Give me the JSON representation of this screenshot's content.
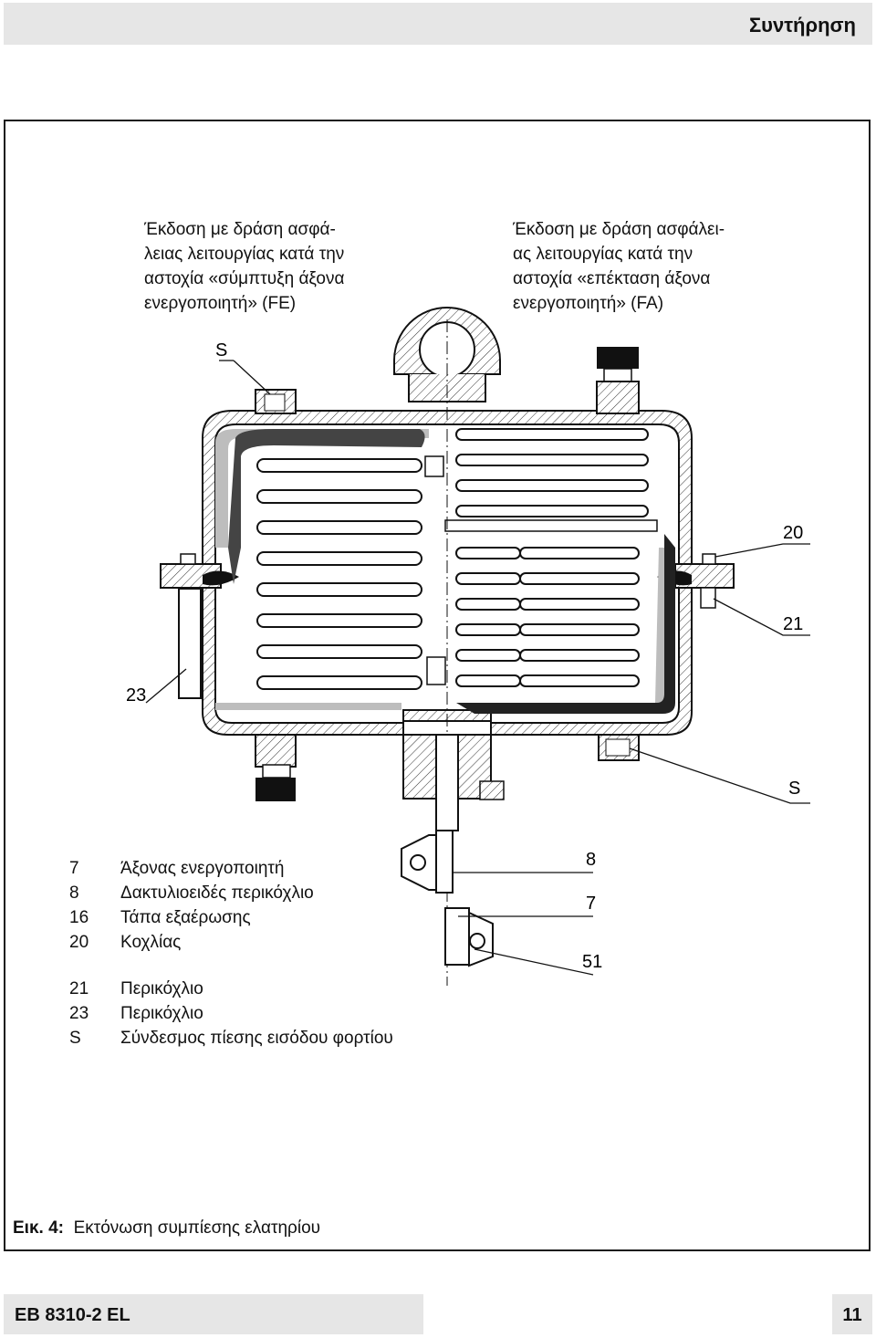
{
  "header": {
    "title": "Συντήρηση"
  },
  "captions": {
    "fe": [
      "Έκδοση με δράση ασφά-",
      "λειας λειτουργίας κατά την",
      "αστοχία «σύμπτυξη άξονα",
      "ενεργοποιητή» (FE)"
    ],
    "fa": [
      "Έκδοση με δράση ασφάλει-",
      "ας λειτουργίας κατά την",
      "αστοχία «επέκταση άξονα",
      "ενεργοποιητή» (FA)"
    ]
  },
  "labels": {
    "s_top": "S",
    "s_bottom": "S",
    "n20": "20",
    "n21": "21",
    "n23": "23",
    "n8": "8",
    "n7": "7",
    "n51": "51"
  },
  "legend": [
    {
      "num": "7",
      "text": "Άξονας ενεργοποιητή"
    },
    {
      "num": "8",
      "text": "Δακτυλιοειδές περικόχλιο"
    },
    {
      "num": "16",
      "text": "Τάπα εξαέρωσης"
    },
    {
      "num": "20",
      "text": "Κοχλίας"
    },
    {
      "num": "21",
      "text": "Περικόχλιο"
    },
    {
      "num": "23",
      "text": "Περικόχλιο"
    },
    {
      "num": "S",
      "text": "Σύνδεσμος πίεσης εισόδου φορτίου"
    }
  ],
  "figure": {
    "label": "Εικ. 4:",
    "title": "Εκτόνωση συμπίεσης ελατηρίου"
  },
  "footer": {
    "doc_id": "EB 8310-2 EL",
    "page": "11"
  }
}
